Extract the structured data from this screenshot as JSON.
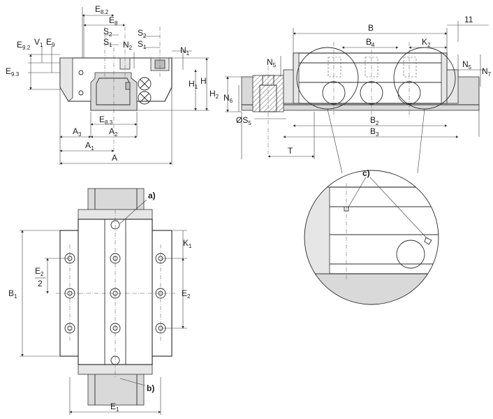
{
  "labels": {
    "E": "E",
    "S": "S",
    "N": "N",
    "V": "V",
    "H": "H",
    "A": "A",
    "B": "B",
    "K": "K",
    "T": "T",
    "s82": "8.2",
    "s8": "8",
    "s2": "2",
    "s1": "1",
    "s92": "9.2",
    "s9": "9",
    "s93": "9.3",
    "s83": "8.3",
    "s3": "3",
    "s4": "4",
    "s5": "5",
    "s6": "6",
    "s7": "7",
    "phiS5_prefix": "ØS",
    "eleven": "11",
    "half": "2",
    "callout_a": "a)",
    "callout_b": "b)",
    "callout_c": "c)"
  }
}
